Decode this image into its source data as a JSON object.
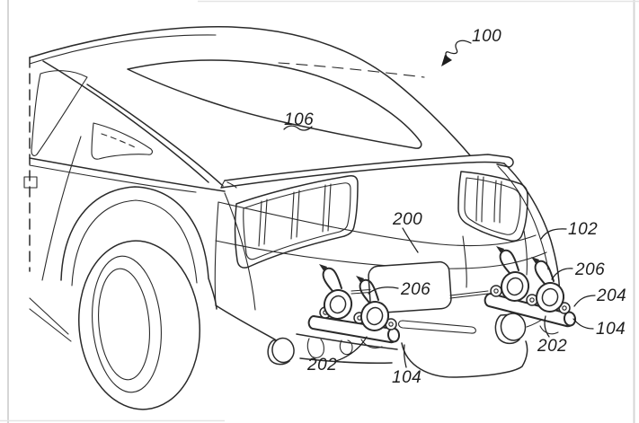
{
  "figure": {
    "labels": [
      {
        "text": "100"
      },
      {
        "text": "106"
      },
      {
        "text": "200"
      },
      {
        "text": "102"
      },
      {
        "text": "206"
      },
      {
        "text": "204"
      },
      {
        "text": "104"
      },
      {
        "text": "202"
      },
      {
        "text": "206"
      },
      {
        "text": "202"
      },
      {
        "text": "104"
      }
    ]
  },
  "colors": {
    "line": "#2a2a2a",
    "background": "#ffffff",
    "frame": "#d6d6d6"
  }
}
